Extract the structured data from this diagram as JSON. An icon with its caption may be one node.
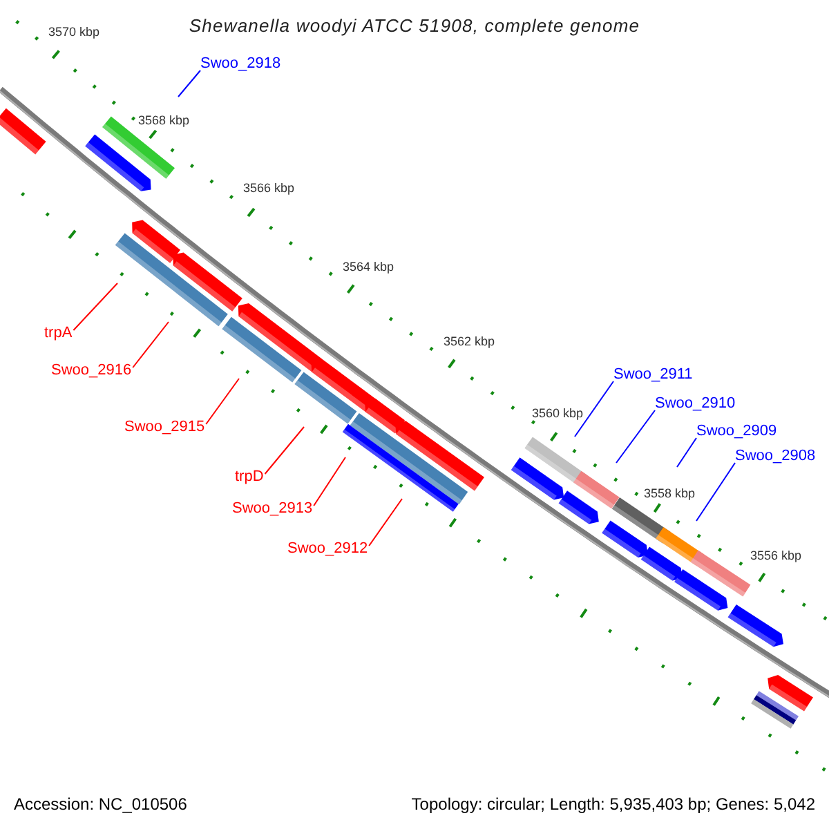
{
  "diagram": {
    "title": "Shewanella woodyi ATCC 51908, complete genome",
    "nodes": [
      {
        "text": [
          "Swoo_2918"
        ]
      },
      {
        "text": [
          "trpA"
        ]
      },
      {
        "text": [
          "Swoo_2916"
        ]
      },
      {
        "text": [
          "Swoo_2915"
        ]
      },
      {
        "text": [
          "trpD"
        ]
      },
      {
        "text": [
          "Swoo_2913"
        ]
      },
      {
        "text": [
          "Swoo_2912"
        ]
      },
      {
        "text": [
          "Swoo_2911"
        ]
      },
      {
        "text": [
          "Swoo_2910"
        ]
      },
      {
        "text": [
          "Swoo_2909"
        ]
      },
      {
        "text": [
          "Swoo_2908"
        ]
      }
    ],
    "edges": [
      {
        "from": 0,
        "to": null,
        "arrow": "none",
        "color": "#0000ff"
      },
      {
        "from": 1,
        "to": null,
        "arrow": "none"
      },
      {
        "from": 2,
        "to": null,
        "arrow": "none"
      },
      {
        "from": 3,
        "to": null,
        "arrow": "none"
      },
      {
        "from": 4,
        "to": null,
        "arrow": "none"
      },
      {
        "from": 5,
        "to": null,
        "arrow": "none"
      },
      {
        "from": 6,
        "to": null,
        "arrow": "none"
      },
      {
        "from": 7,
        "to": null,
        "arrow": "none",
        "color": "#0000ff"
      },
      {
        "from": 8,
        "to": null,
        "arrow": "none",
        "color": "#0000ff"
      },
      {
        "from": 9,
        "to": null,
        "arrow": "none",
        "color": "#0000ff"
      },
      {
        "from": 10,
        "to": null,
        "arrow": "none",
        "color": "#0000ff"
      }
    ],
    "labels": [
      "3570 kbp",
      "3568 kbp",
      "3566 kbp",
      "3564 kbp",
      "3562 kbp",
      "3560 kbp",
      "3558 kbp",
      "3556 kbp",
      "Accession: NC_010506",
      "Topology: circular; Length: 5,935,403 bp; Genes: 5,042"
    ]
  }
}
